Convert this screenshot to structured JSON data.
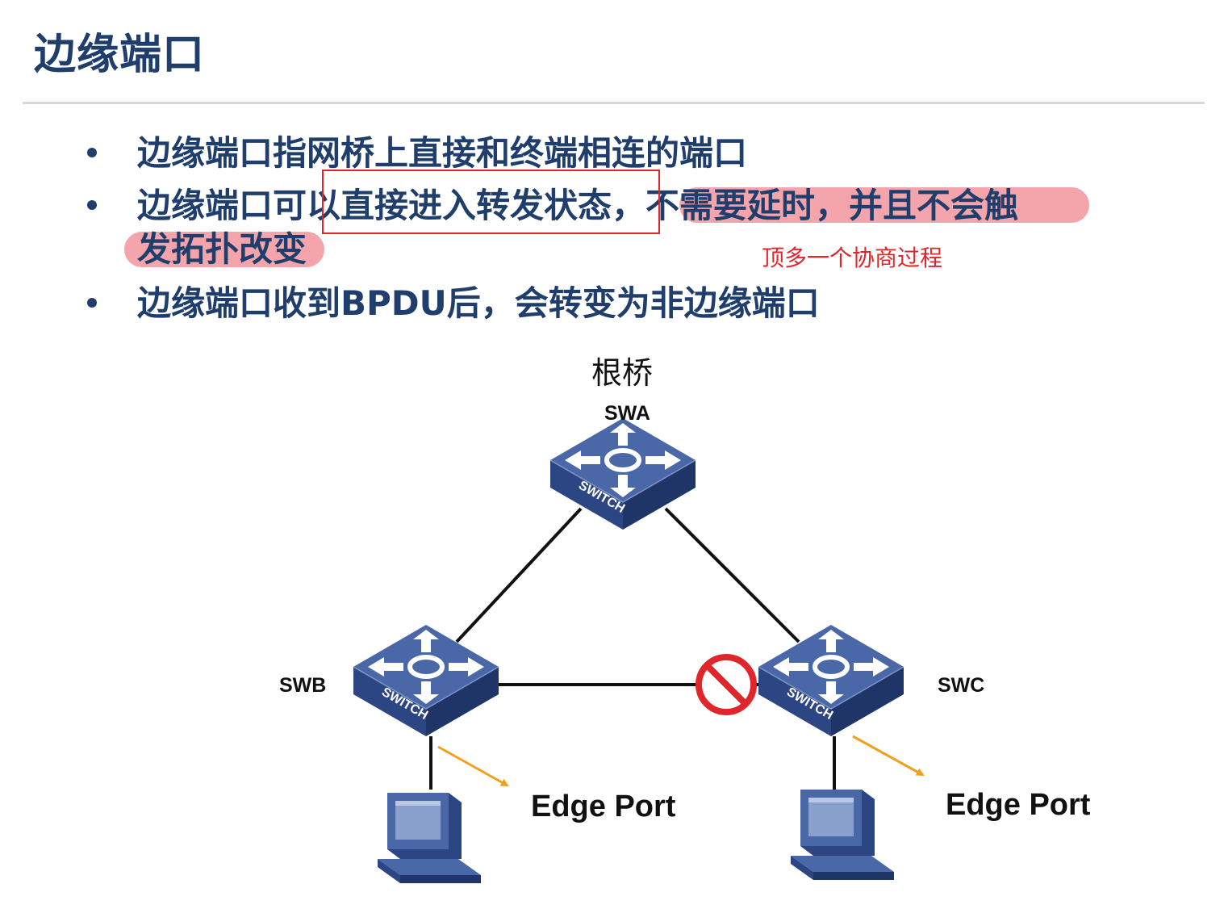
{
  "page": {
    "title": "边缘端口"
  },
  "bullets": {
    "b1": "边缘端口指网桥上直接和终端相连的端口",
    "b2_line1": "边缘端口可以直接进入转发状态，不需要延时，并且不会触",
    "b2_line2": "发拓扑改变",
    "b3": "边缘端口收到BPDU后，会转变为非边缘端口"
  },
  "annotation": {
    "note": "顶多一个协商过程",
    "note_color": "#e0262b",
    "highlight_color": "#ee6e78"
  },
  "diagram": {
    "root_label": "根桥",
    "switches": [
      {
        "name": "SWA",
        "badge": "SWITCH"
      },
      {
        "name": "SWB",
        "badge": "SWITCH"
      },
      {
        "name": "SWC",
        "badge": "SWITCH"
      }
    ],
    "edge_ports": [
      {
        "label": "Edge Port"
      },
      {
        "label": "Edge Port"
      }
    ],
    "blocked_link": "SWB-SWC",
    "switch_color": "#3d5a97",
    "arrow_color": "#f2a01c",
    "block_color": "#e0262b"
  }
}
